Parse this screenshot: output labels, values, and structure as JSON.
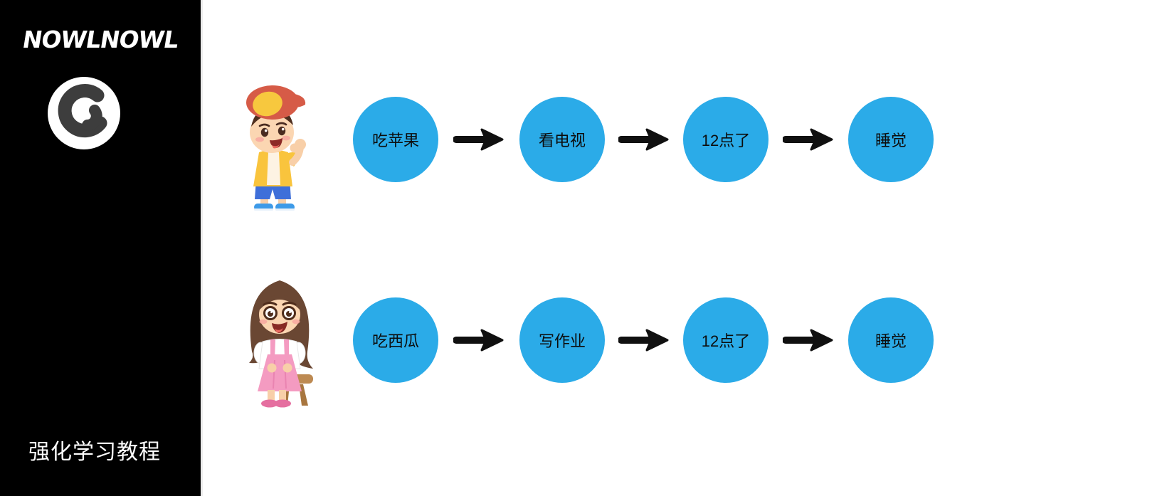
{
  "sidebar": {
    "brand": "NOWLNOWL",
    "logo_icon": "swirl-g-logo",
    "tagline": "强化学习教程",
    "bg_color": "#000000",
    "text_color": "#ffffff"
  },
  "colors": {
    "node_fill": "#2BABE8",
    "node_text": "#0c0c0c",
    "arrow": "#101010",
    "canvas_bg": "#ffffff"
  },
  "diagram": {
    "rows": [
      {
        "actor": "boy-waving-cartoon",
        "steps": [
          "吃苹果",
          "看电视",
          "12点了",
          "睡觉"
        ]
      },
      {
        "actor": "girl-sitting-cartoon",
        "steps": [
          "吃西瓜",
          "写作业",
          "12点了",
          "睡觉"
        ]
      }
    ]
  }
}
